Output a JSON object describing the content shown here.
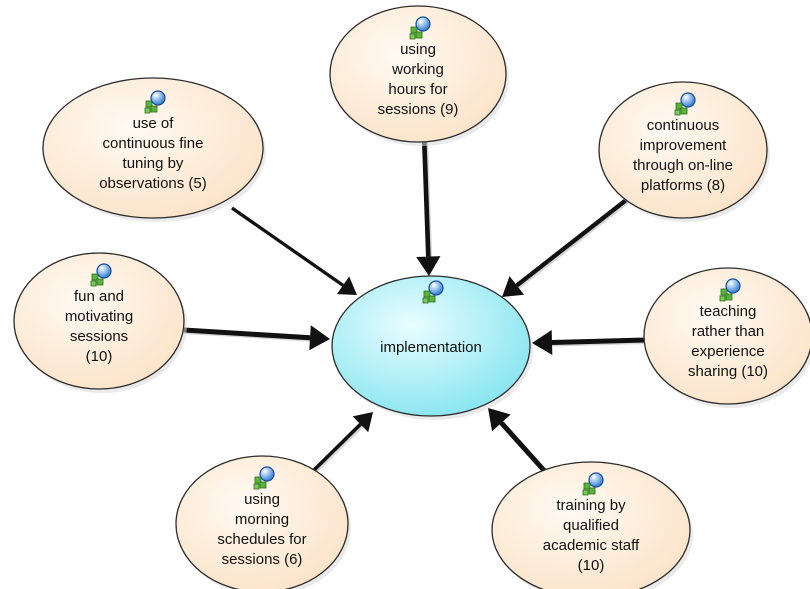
{
  "diagram": {
    "center": {
      "id": "implementation",
      "lines": [
        "implementation"
      ]
    },
    "nodes": [
      {
        "id": "working-hours",
        "lines": [
          "using",
          "working",
          "hours for",
          "sessions (9)"
        ],
        "weight": 9
      },
      {
        "id": "continuous-fine-tuning",
        "lines": [
          "use of",
          "continuous fine",
          "tuning by",
          "observations (5)"
        ],
        "weight": 5
      },
      {
        "id": "online-platforms",
        "lines": [
          "continuous",
          "improvement",
          "through on-line",
          "platforms (8)"
        ],
        "weight": 8
      },
      {
        "id": "fun-motivating",
        "lines": [
          "fun and",
          "motivating",
          "sessions",
          "(10)"
        ],
        "weight": 10
      },
      {
        "id": "teaching-vs-sharing",
        "lines": [
          "teaching",
          "rather than",
          "experience",
          "sharing (10)"
        ],
        "weight": 10
      },
      {
        "id": "morning-schedules",
        "lines": [
          "using",
          "morning",
          "schedules for",
          "sessions (6)"
        ],
        "weight": 6
      },
      {
        "id": "qualified-staff",
        "lines": [
          "training by",
          "qualified",
          "academic staff",
          "(10)"
        ],
        "weight": 10
      }
    ],
    "colors": {
      "node_fill": "#fde8d3",
      "node_stroke": "#2b2b2b",
      "center_fill": "#9eeef7",
      "arrow": "#111111"
    },
    "icon": "network-globe-icon"
  }
}
